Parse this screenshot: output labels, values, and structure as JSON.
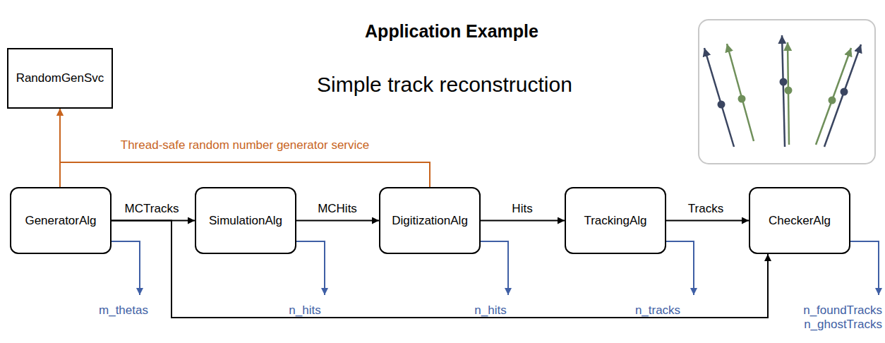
{
  "diagram": {
    "title": "Application Example",
    "nodes": [
      {
        "text": [
          "RandomGenSvc"
        ]
      },
      {
        "text": [
          "GeneratorAlg"
        ]
      },
      {
        "text": [
          "SimulationAlg"
        ]
      },
      {
        "text": [
          "DigitizationAlg"
        ]
      },
      {
        "text": [
          "TrackingAlg"
        ]
      },
      {
        "text": [
          "CheckerAlg"
        ]
      }
    ],
    "edges": [
      {
        "from": 1,
        "to": 2,
        "label": "MCTracks",
        "arrow": "to"
      },
      {
        "from": 2,
        "to": 3,
        "label": "MCHits",
        "arrow": "to"
      },
      {
        "from": 3,
        "to": 4,
        "label": "Hits",
        "arrow": "to"
      },
      {
        "from": 4,
        "to": 5,
        "label": "Tracks",
        "arrow": "to"
      },
      {
        "from": 1,
        "to": 5,
        "arrow": "to"
      },
      {
        "from": 1,
        "to": 0,
        "arrow": "to"
      },
      {
        "from": 3,
        "to": 0,
        "label": "Thread-safe random number generator service",
        "arrow": "to"
      }
    ],
    "labels": [
      "Simple track reconstruction",
      "m_thetas",
      "n_hits",
      "n_hits",
      "n_tracks",
      "n_foundTracks",
      "n_ghostTracks"
    ]
  }
}
